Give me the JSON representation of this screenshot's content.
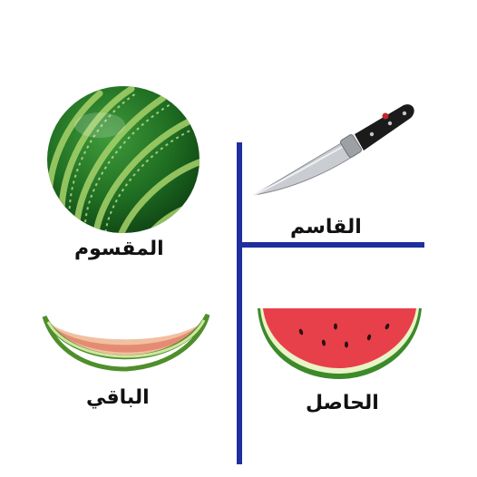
{
  "labels": {
    "dividend": "المقسوم",
    "divisor": "القاسم",
    "quotient": "الحاصل",
    "remainder": "الباقي"
  },
  "images": {
    "dividend": "whole-watermelon",
    "divisor": "chef-knife",
    "quotient": "watermelon-slice",
    "remainder": "watermelon-rind"
  },
  "colors": {
    "division_lines": "#1f2fa0",
    "watermelon_flesh": "#e8404a",
    "rind_green": "#3c8a2a"
  }
}
